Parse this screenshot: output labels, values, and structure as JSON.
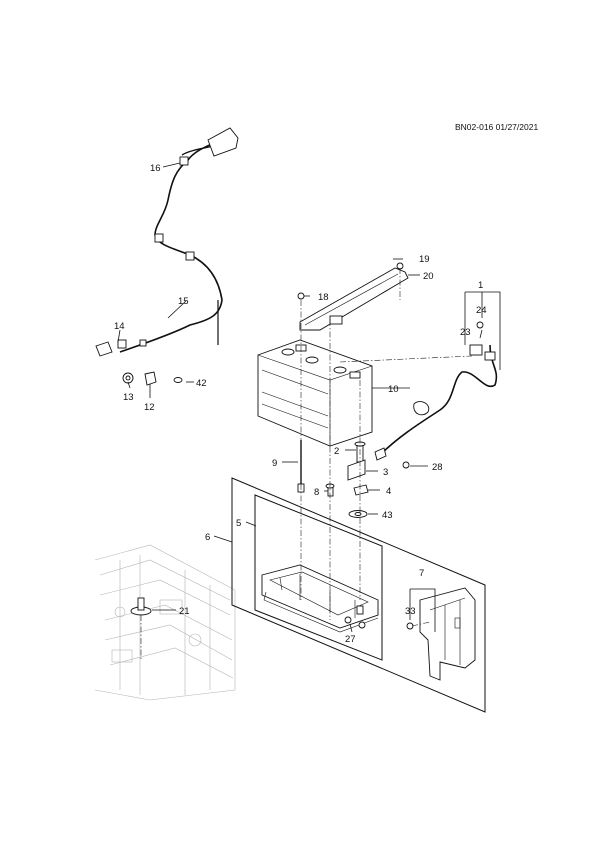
{
  "header": {
    "doc_id": "BN02-016 01/27/2021"
  },
  "callouts": [
    "1",
    "2",
    "3",
    "4",
    "5",
    "6",
    "7",
    "8",
    "9",
    "10",
    "12",
    "13",
    "14",
    "15",
    "16",
    "18",
    "19",
    "20",
    "21",
    "23",
    "24",
    "27",
    "28",
    "33",
    "42",
    "43"
  ]
}
